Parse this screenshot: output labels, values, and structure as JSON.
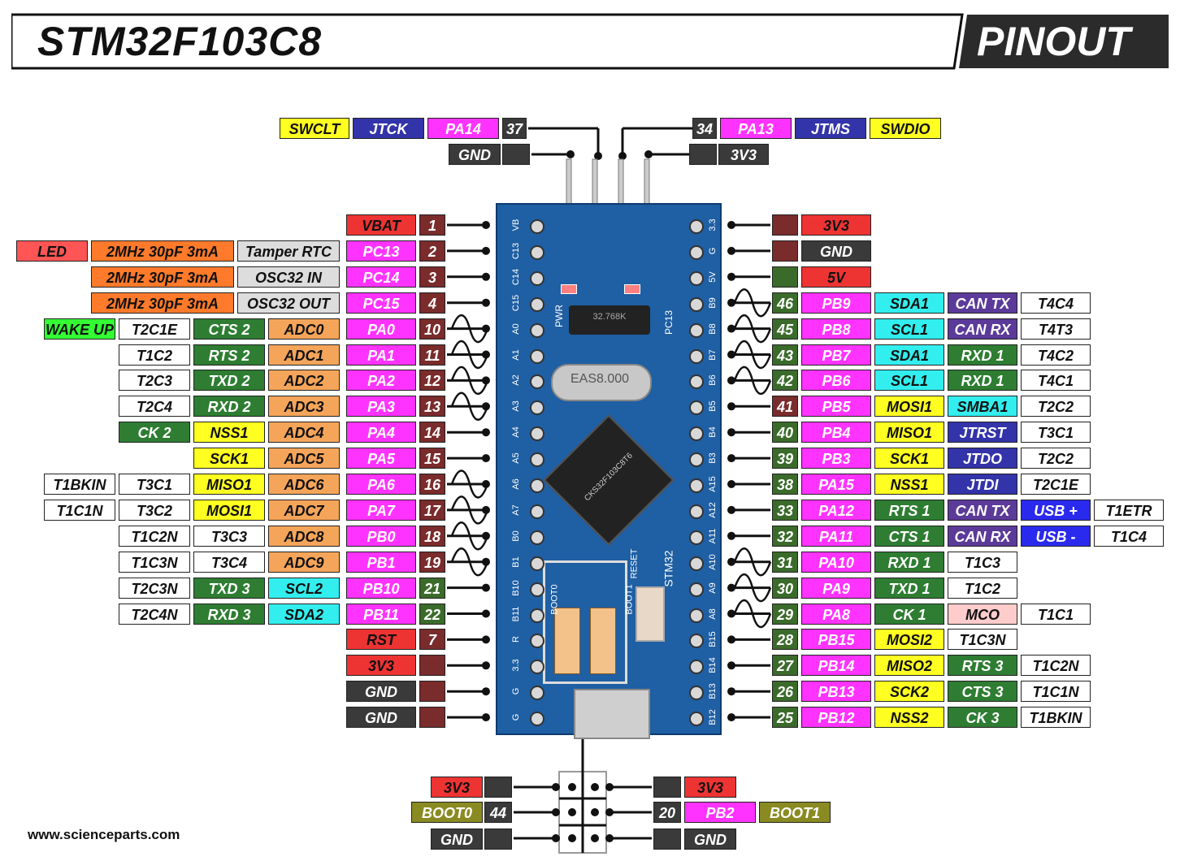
{
  "header": {
    "title": "STM32F103C8",
    "badge": "PINOUT"
  },
  "footer": "www.scienceparts.com",
  "colors": {
    "red": "#ee3333",
    "pinRed": "#7a2b2b",
    "pinGreen": "#3b6b2b",
    "pinDark": "#3a3a3a",
    "magenta": "#ff33ff",
    "orange": "#ff7a2a",
    "adc": "#f5a55a",
    "yellow": "#ffff22",
    "green": "#2e7d32",
    "cyan": "#33eeee",
    "purple": "#5b3a99",
    "blue": "#2a2aee",
    "olive": "#8a8a22",
    "lime": "#33ff33",
    "white": "#ffffff",
    "grey": "#dddddd",
    "pink": "#ffcccc",
    "navy": "#3333aa",
    "led": "#ff5555",
    "board": "#1f5fa3"
  },
  "swd_top": {
    "left_row": [
      "SWCLT",
      "JTCK",
      "PA14",
      "37"
    ],
    "left_gnd": [
      "GND",
      ""
    ],
    "right_row": [
      "34",
      "PA13",
      "JTMS",
      "SWDIO"
    ],
    "right_3v3": [
      "",
      "3V3"
    ]
  },
  "left_rows": [
    {
      "pin": "1",
      "name": "VBAT",
      "fns": []
    },
    {
      "pin": "2",
      "name": "PC13",
      "fns": [
        "LED",
        "2MHz 30pF 3mA",
        "Tamper RTC"
      ]
    },
    {
      "pin": "3",
      "name": "PC14",
      "fns": [
        "2MHz 30pF 3mA",
        "OSC32 IN"
      ]
    },
    {
      "pin": "4",
      "name": "PC15",
      "fns": [
        "2MHz 30pF 3mA",
        "OSC32 OUT"
      ]
    },
    {
      "pin": "10",
      "name": "PA0",
      "fns": [
        "WAKE UP",
        "T2C1E",
        "CTS 2",
        "ADC0"
      ]
    },
    {
      "pin": "11",
      "name": "PA1",
      "fns": [
        "T1C2",
        "RTS 2",
        "ADC1"
      ]
    },
    {
      "pin": "12",
      "name": "PA2",
      "fns": [
        "T2C3",
        "TXD 2",
        "ADC2"
      ]
    },
    {
      "pin": "13",
      "name": "PA3",
      "fns": [
        "T2C4",
        "RXD 2",
        "ADC3"
      ]
    },
    {
      "pin": "14",
      "name": "PA4",
      "fns": [
        "CK 2",
        "NSS1",
        "ADC4"
      ]
    },
    {
      "pin": "15",
      "name": "PA5",
      "fns": [
        "SCK1",
        "ADC5"
      ]
    },
    {
      "pin": "16",
      "name": "PA6",
      "fns": [
        "T1BKIN",
        "T3C1",
        "MISO1",
        "ADC6"
      ]
    },
    {
      "pin": "17",
      "name": "PA7",
      "fns": [
        "T1C1N",
        "T3C2",
        "MOSI1",
        "ADC7"
      ]
    },
    {
      "pin": "18",
      "name": "PB0",
      "fns": [
        "T1C2N",
        "T3C3",
        "ADC8"
      ]
    },
    {
      "pin": "19",
      "name": "PB1",
      "fns": [
        "T1C3N",
        "T3C4",
        "ADC9"
      ]
    },
    {
      "pin": "21",
      "name": "PB10",
      "fns": [
        "T2C3N",
        "TXD 3",
        "SCL2"
      ]
    },
    {
      "pin": "22",
      "name": "PB11",
      "fns": [
        "T2C4N",
        "RXD 3",
        "SDA2"
      ]
    },
    {
      "pin": "7",
      "name": "RST",
      "fns": []
    },
    {
      "pin": "",
      "name": "3V3",
      "fns": []
    },
    {
      "pin": "",
      "name": "GND",
      "fns": []
    },
    {
      "pin": "",
      "name": "GND",
      "fns": []
    }
  ],
  "right_rows": [
    {
      "pin": "",
      "name": "3V3",
      "fns": []
    },
    {
      "pin": "",
      "name": "GND",
      "fns": []
    },
    {
      "pin": "",
      "name": "5V",
      "fns": []
    },
    {
      "pin": "46",
      "name": "PB9",
      "fns": [
        "SDA1",
        "CAN TX",
        "T4C4"
      ]
    },
    {
      "pin": "45",
      "name": "PB8",
      "fns": [
        "SCL1",
        "CAN RX",
        "T4T3"
      ]
    },
    {
      "pin": "43",
      "name": "PB7",
      "fns": [
        "SDA1",
        "RXD 1",
        "T4C2"
      ]
    },
    {
      "pin": "42",
      "name": "PB6",
      "fns": [
        "SCL1",
        "RXD 1",
        "T4C1"
      ]
    },
    {
      "pin": "41",
      "name": "PB5",
      "fns": [
        "MOSI1",
        "SMBA1",
        "T2C2"
      ]
    },
    {
      "pin": "40",
      "name": "PB4",
      "fns": [
        "MISO1",
        "JTRST",
        "T3C1"
      ]
    },
    {
      "pin": "39",
      "name": "PB3",
      "fns": [
        "SCK1",
        "JTDO",
        "T2C2"
      ]
    },
    {
      "pin": "38",
      "name": "PA15",
      "fns": [
        "NSS1",
        "JTDI",
        "T2C1E"
      ]
    },
    {
      "pin": "33",
      "name": "PA12",
      "fns": [
        "RTS 1",
        "CAN TX",
        "USB +",
        "T1ETR"
      ]
    },
    {
      "pin": "32",
      "name": "PA11",
      "fns": [
        "CTS 1",
        "CAN RX",
        "USB -",
        "T1C4"
      ]
    },
    {
      "pin": "31",
      "name": "PA10",
      "fns": [
        "RXD 1",
        "T1C3"
      ]
    },
    {
      "pin": "30",
      "name": "PA9",
      "fns": [
        "TXD 1",
        "T1C2"
      ]
    },
    {
      "pin": "29",
      "name": "PA8",
      "fns": [
        "CK 1",
        "MCO",
        "T1C1"
      ]
    },
    {
      "pin": "28",
      "name": "PB15",
      "fns": [
        "MOSI2",
        "T1C3N"
      ]
    },
    {
      "pin": "27",
      "name": "PB14",
      "fns": [
        "MISO2",
        "RTS 3",
        "T1C2N"
      ]
    },
    {
      "pin": "26",
      "name": "PB13",
      "fns": [
        "SCK2",
        "CTS 3",
        "T1C1N"
      ]
    },
    {
      "pin": "25",
      "name": "PB12",
      "fns": [
        "NSS2",
        "CK 3",
        "T1BKIN"
      ]
    }
  ],
  "boot": {
    "row1_left": [
      "3V3",
      ""
    ],
    "row1_right": [
      "",
      "3V3"
    ],
    "row2_left": [
      "BOOT0",
      "44"
    ],
    "row2_right": [
      "20",
      "PB2",
      "BOOT1"
    ],
    "row3_left": [
      "GND",
      ""
    ],
    "row3_right": [
      "",
      "GND"
    ]
  },
  "board_text": {
    "left_silk": [
      "VB",
      "C13",
      "C14",
      "C15",
      "A0",
      "A1",
      "A2",
      "A3",
      "A4",
      "A5",
      "A6",
      "A7",
      "B0",
      "B1",
      "B10",
      "B11",
      "R",
      "3.3",
      "G",
      "G"
    ],
    "right_silk": [
      "3.3",
      "G",
      "5V",
      "B9",
      "B8",
      "B7",
      "B6",
      "B5",
      "B4",
      "B3",
      "A15",
      "A12",
      "A11",
      "A10",
      "A9",
      "A8",
      "B15",
      "B14",
      "B13",
      "B12"
    ],
    "chip": "CKS32F103C8T6",
    "crystal": "EAS8.000",
    "rtc_crystal": "32.768K",
    "pwr": "PWR",
    "pc13": "PC13",
    "stm": "STM32",
    "reset": "RESET",
    "boot0": "BOOT0",
    "boot1": "BOOT1"
  }
}
